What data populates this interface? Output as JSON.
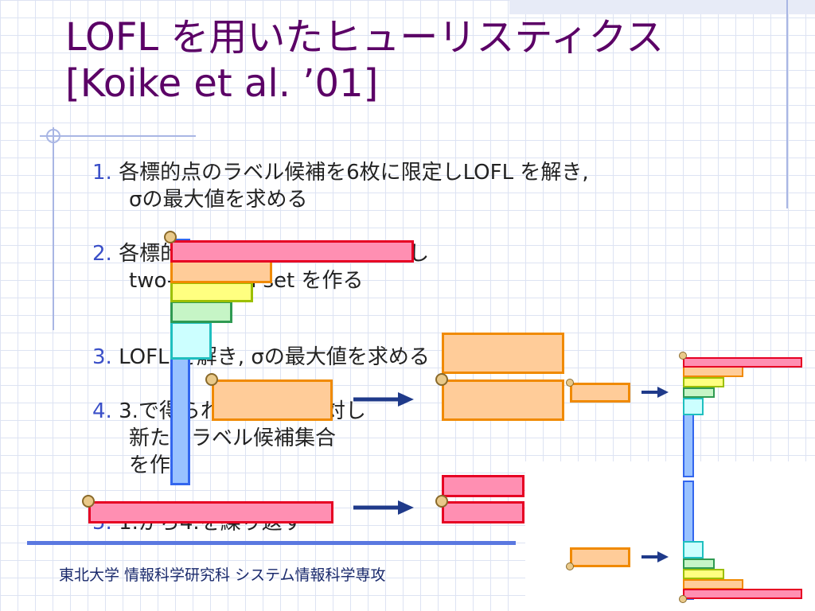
{
  "slide": {
    "title_line1": "LOFL を用いたヒューリスティクス",
    "title_line2": "[Koike et al. ’01]",
    "items": [
      {
        "num": "1.",
        "line1": "各標的点のラベル候補を6枚に限定しLOFL を解き,",
        "line2": "σの最大値を求める"
      },
      {
        "num": "2.",
        "line1": "各標的点に得られたラベルに対し",
        "line2": "two-position set を作る"
      },
      {
        "num": "3.",
        "line1": "LOFL を解き, σの最大値を求める"
      },
      {
        "num": "4.",
        "line1": "3.で得られたラベルに対し",
        "line2": "新たにラベル候補集合",
        "line3": "を作る"
      },
      {
        "num": "5.",
        "line1": "1.から4.を繰り返す"
      }
    ],
    "footer": "東北大学 情報科学研究科 システム情報科学専攻"
  },
  "colors": {
    "title": "#5b0066",
    "number": "#3a4fc8",
    "pink": "#ff8fb2",
    "orange": "#ffcc99",
    "yellow": "#ffff80",
    "green": "#c6f5c6",
    "cyan": "#ccffff",
    "blue": "#99c2ff",
    "arrow": "#1f3a8a"
  }
}
